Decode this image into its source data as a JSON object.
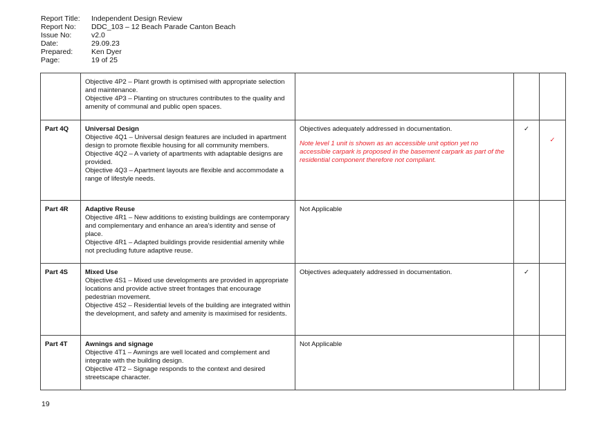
{
  "header": {
    "rows": [
      {
        "label": "Report Title:",
        "value": "Independent Design Review"
      },
      {
        "label": "Report No:",
        "value": "DDC_103 – 12 Beach Parade Canton Beach"
      },
      {
        "label": "Issue No:",
        "value": "v2.0"
      },
      {
        "label": "Date:",
        "value": "29.09.23"
      },
      {
        "label": "Prepared:",
        "value": "Ken Dyer"
      },
      {
        "label": "Page:",
        "value": "19 of 25"
      }
    ]
  },
  "table": {
    "rows": [
      {
        "part": "",
        "title": "",
        "objectives": [
          "Objective 4P2 – Plant growth is optimised with appropriate selection and maintenance.",
          "Objective 4P3 – Planting on structures contributes to the quality and amenity of communal and public open spaces."
        ],
        "comment": "",
        "note": "",
        "check1": "",
        "check2": ""
      },
      {
        "part": "Part 4Q",
        "title": "Universal Design",
        "objectives": [
          "Objective 4Q1 – Universal design features are included in apartment design to promote flexible housing for all community members.",
          "Objective 4Q2 – A variety of apartments with adaptable designs are provided.",
          "Objective 4Q3 – Apartment layouts are flexible and accommodate a range of lifestyle needs."
        ],
        "comment": "Objectives adequately addressed in documentation.",
        "note": "Note level 1 unit is shown as an accessible unit option yet no accessible carpark is proposed in the basement carpark as part of the residential component therefore not compliant.",
        "check1": "✓",
        "check2": "✓"
      },
      {
        "part": "Part 4R",
        "title": "Adaptive Reuse",
        "objectives": [
          "Objective 4R1 – New additions to existing buildings are contemporary and complementary and enhance an area's identity and sense of place.",
          "Objective 4R1 – Adapted buildings provide residential amenity while not precluding future adaptive reuse."
        ],
        "comment": "Not Applicable",
        "note": "",
        "check1": "",
        "check2": ""
      },
      {
        "part": "Part 4S",
        "title": "Mixed Use",
        "objectives": [
          "Objective 4S1 – Mixed use developments are provided in appropriate locations and provide active street frontages that encourage pedestrian movement.",
          "Objective 4S2 – Residential levels of the building are integrated within the development, and safety and amenity is maximised for residents."
        ],
        "comment": "Objectives adequately addressed in documentation.",
        "note": "",
        "check1": "✓",
        "check2": ""
      },
      {
        "part": "Part 4T",
        "title": "Awnings and signage",
        "objectives": [
          "Objective 4T1 – Awnings are well located and complement and integrate with the building design.",
          "Objective 4T2 – Signage responds to the context and desired streetscape character."
        ],
        "comment": "Not Applicable",
        "note": "",
        "check1": "",
        "check2": ""
      }
    ]
  },
  "footer": {
    "page_number": "19"
  }
}
